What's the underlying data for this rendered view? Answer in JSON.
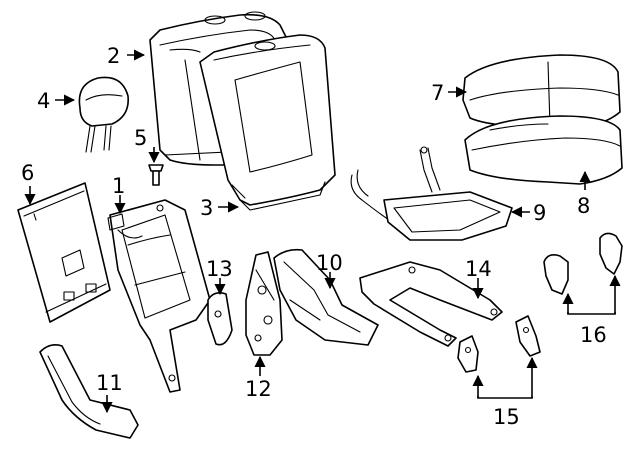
{
  "callouts": {
    "c1": "1",
    "c2": "2",
    "c3": "3",
    "c4": "4",
    "c5": "5",
    "c6": "6",
    "c7": "7",
    "c8": "8",
    "c9": "9",
    "c10": "10",
    "c11": "11",
    "c12": "12",
    "c13": "13",
    "c14": "14",
    "c15": "15",
    "c16": "16"
  },
  "colors": {
    "line": "#000000",
    "background": "#ffffff"
  }
}
